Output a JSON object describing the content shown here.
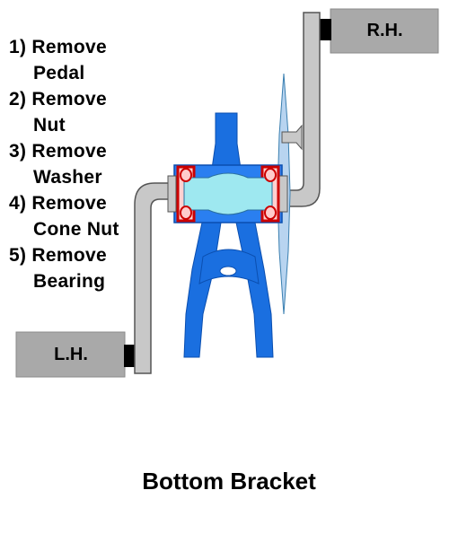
{
  "steps": [
    {
      "number": "1)",
      "action": "Remove",
      "object": "Pedal"
    },
    {
      "number": "2)",
      "action": "Remove",
      "object": "Nut"
    },
    {
      "number": "3)",
      "action": "Remove",
      "object": "Washer"
    },
    {
      "number": "4)",
      "action": "Remove",
      "object": "Cone Nut"
    },
    {
      "number": "5)",
      "action": "Remove",
      "object": "Bearing"
    }
  ],
  "labels": {
    "left_pedal": "L.H.",
    "right_pedal": "R.H."
  },
  "caption": "Bottom Bracket",
  "colors": {
    "frame": "#1a6fe0",
    "shell": "#2a7ff0",
    "axle": "#9ee8f0",
    "bearing": "#cc0000",
    "bearing_fill": "#ffcccc",
    "crank": "#c8c8c8",
    "pedal": "#a9a9a9",
    "chainring": "#b8d4f0"
  }
}
